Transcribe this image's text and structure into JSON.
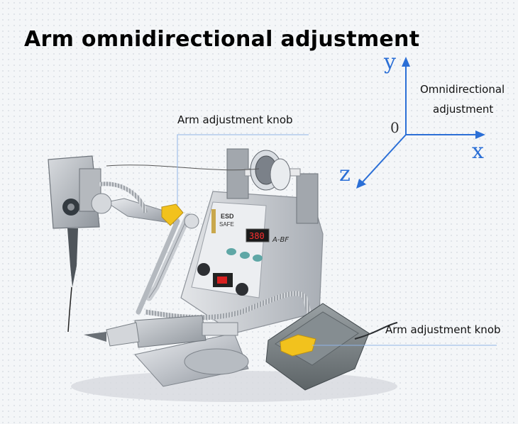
{
  "title": "Arm omnidirectional adjustment",
  "callouts": {
    "top_knob_label": "Arm adjustment knob",
    "bottom_knob_label": "Arm adjustment knob"
  },
  "axes": {
    "y": "y",
    "x": "x",
    "z": "z",
    "origin": "0",
    "caption_line1": "Omnidirectional",
    "caption_line2": "adjustment",
    "color": "#2b6fd6"
  },
  "device": {
    "panel_brand": "A-BF",
    "display_value": "380",
    "esd_mark_line1": "ESD",
    "esd_mark_line2": "SAFE"
  },
  "colors": {
    "knob": "#f2c21d",
    "body": "#c9ccd1",
    "panel": "#e9ebee"
  }
}
